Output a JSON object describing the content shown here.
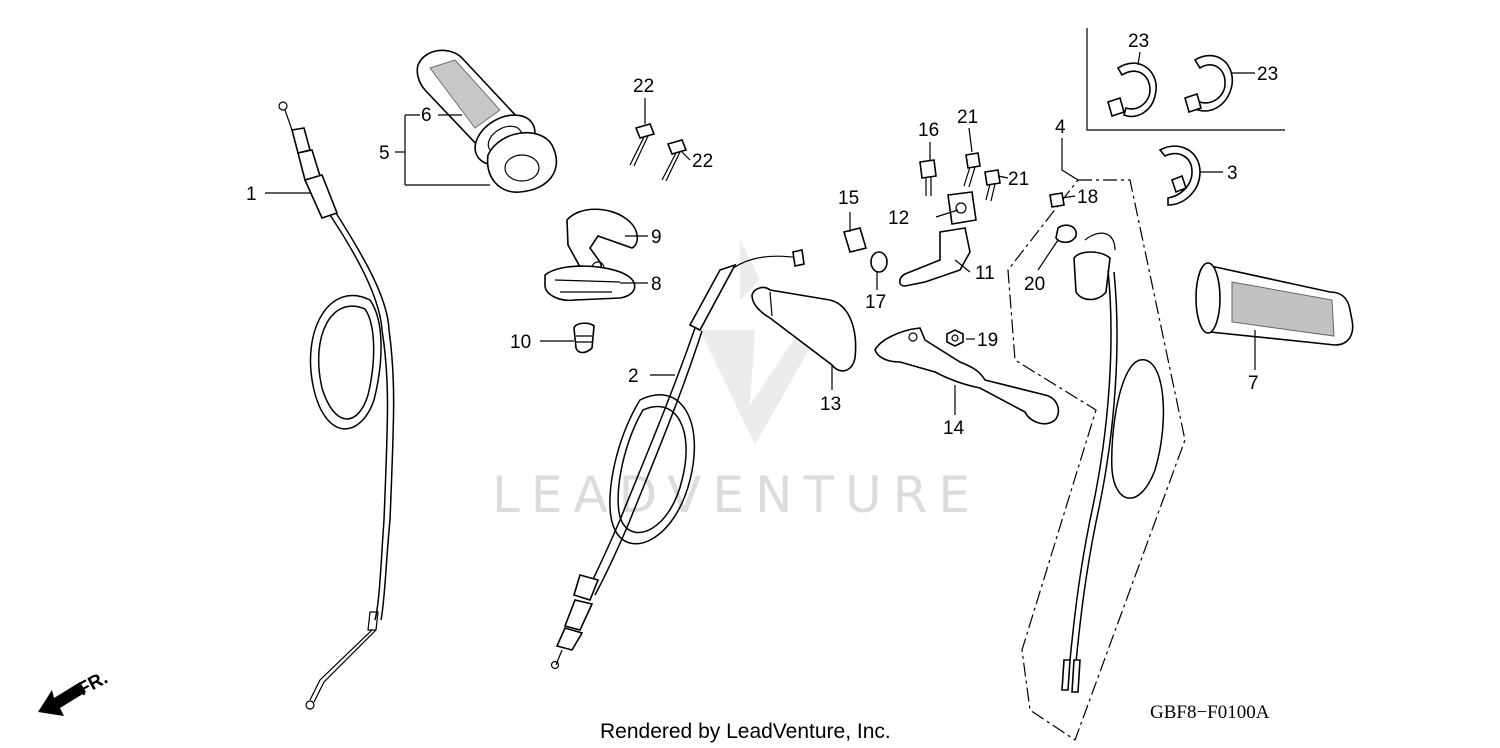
{
  "diagram": {
    "code": "GBF8−F0100A",
    "credit": "Rendered by LeadVenture, Inc.",
    "watermark": "LEADVENTURE",
    "direction_marker": "FR.",
    "callouts": [
      "1",
      "2",
      "3",
      "4",
      "5",
      "6",
      "7",
      "8",
      "9",
      "10",
      "11",
      "12",
      "13",
      "14",
      "15",
      "16",
      "17",
      "18",
      "19",
      "20",
      "21",
      "21",
      "22",
      "22",
      "23",
      "23"
    ]
  }
}
